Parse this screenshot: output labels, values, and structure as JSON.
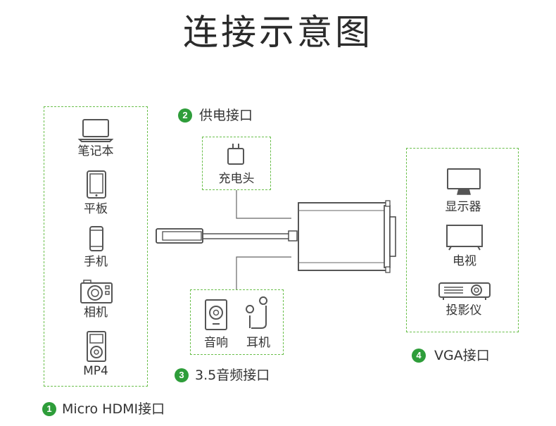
{
  "title": "连接示意图",
  "sources": {
    "items": [
      {
        "label": "笔记本",
        "icon": "laptop-icon"
      },
      {
        "label": "平板",
        "icon": "tablet-icon"
      },
      {
        "label": "手机",
        "icon": "phone-icon"
      },
      {
        "label": "相机",
        "icon": "camera-icon"
      },
      {
        "label": "MP4",
        "icon": "mp4-player-icon"
      }
    ],
    "marker": "1",
    "caption": "Micro HDMI接口"
  },
  "power": {
    "marker": "2",
    "caption": "供电接口",
    "item": {
      "label": "充电头",
      "icon": "charger-icon"
    }
  },
  "audio": {
    "marker": "3",
    "caption": "3.5音频接口",
    "items": [
      {
        "label": "音响",
        "icon": "speaker-icon"
      },
      {
        "label": "耳机",
        "icon": "earphones-icon"
      }
    ]
  },
  "outputs": {
    "marker": "4",
    "caption": "VGA接口",
    "items": [
      {
        "label": "显示器",
        "icon": "monitor-icon"
      },
      {
        "label": "电视",
        "icon": "tv-icon"
      },
      {
        "label": "投影仪",
        "icon": "projector-icon"
      }
    ]
  },
  "colors": {
    "accent": "#2e9d3a",
    "dash": "#6abf4b",
    "line": "#555555"
  }
}
